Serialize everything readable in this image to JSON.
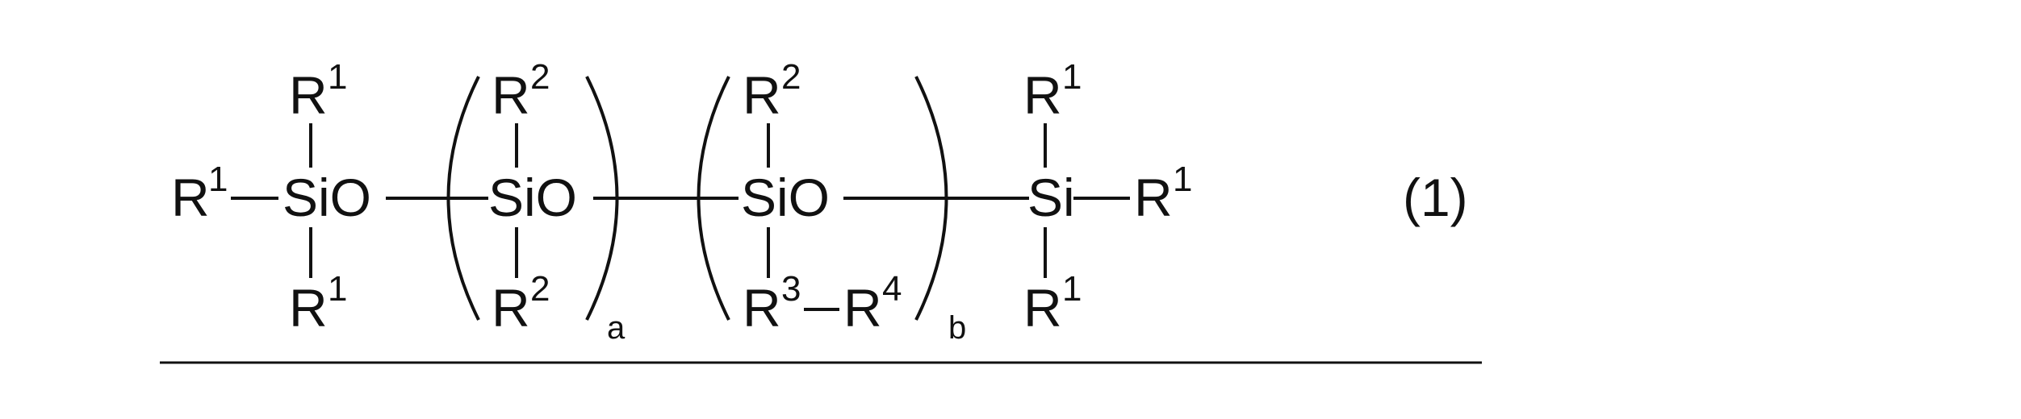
{
  "formula": {
    "number_label": "(1)",
    "R": "R",
    "sup1": "1",
    "sup2": "2",
    "sup3": "3",
    "sup4": "4",
    "SiO": "SiO",
    "Si": "Si",
    "sub_a": "a",
    "sub_b": "b"
  }
}
